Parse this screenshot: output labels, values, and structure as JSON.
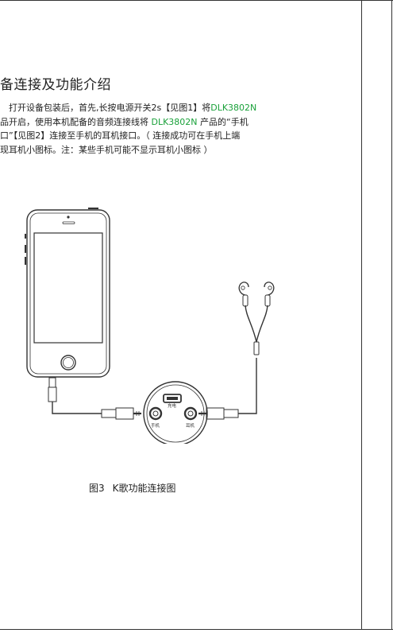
{
  "section": {
    "title": "备连接及功能介绍"
  },
  "paragraph": {
    "line1_a": "　打开设备包装后，首先,长按电源开关2s【见图1】将",
    "line1_b": "DLK3802N",
    "line2_a": "品开启，使用本机配备的音频连接线将 ",
    "line2_b": "DLK3802N",
    "line2_c": " 产品的“手机",
    "line3": "口”【见图2】连接至手机的耳机接口。（ 连接成功可在手机上端",
    "line4": "现耳机小图标。注：某些手机可能不显示耳机小图标 ）"
  },
  "figure": {
    "hub_charge_label": "充电",
    "hub_phone_label": "手机",
    "hub_headphone_label": "耳机",
    "caption_number": "图3",
    "caption_text": "K歌功能连接图"
  },
  "colors": {
    "accent_green": "#1aa13a",
    "line": "#333333"
  }
}
